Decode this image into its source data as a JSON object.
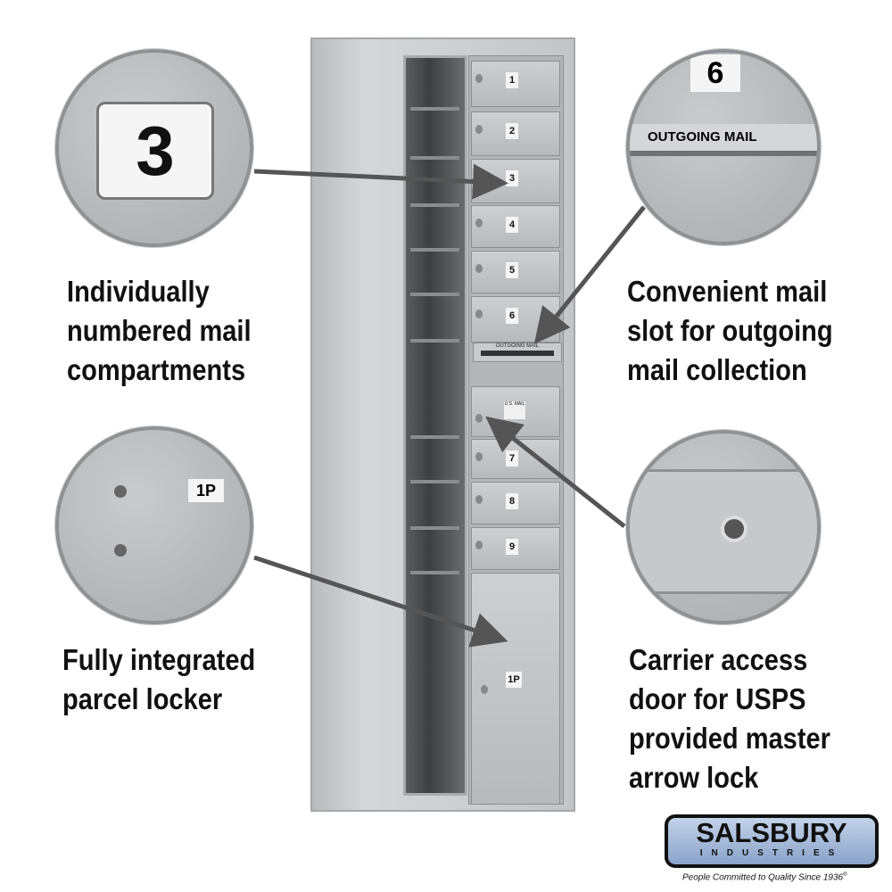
{
  "labels": {
    "numbered": [
      "Individually",
      "numbered mail",
      "compartments"
    ],
    "outgoing": [
      "Convenient mail",
      "slot for outgoing",
      "mail collection"
    ],
    "parcel": [
      "Fully integrated",
      "parcel locker"
    ],
    "carrier": [
      "Carrier access",
      "door for USPS",
      "provided master",
      "arrow lock"
    ]
  },
  "callouts": {
    "number_plate": "3",
    "slot_number": "6",
    "outgoing_label": "OUTGOING MAIL",
    "parcel_number": "1P"
  },
  "compartments": [
    "1",
    "2",
    "3",
    "4",
    "5",
    "6",
    "7",
    "8",
    "9"
  ],
  "parcel_locker": "1P",
  "outgoing_slot_label": "OUTGOING MAIL",
  "us_mail_label": "U.S. MAIL",
  "brand": {
    "name": "SALSBURY",
    "sub": "INDUSTRIES",
    "tagline": "People Committed to Quality Since 1936",
    "mark": "®"
  },
  "colors": {
    "metal": "#c4c6c9",
    "arrow": "#555555",
    "logo_blue": "#9db4d6"
  }
}
